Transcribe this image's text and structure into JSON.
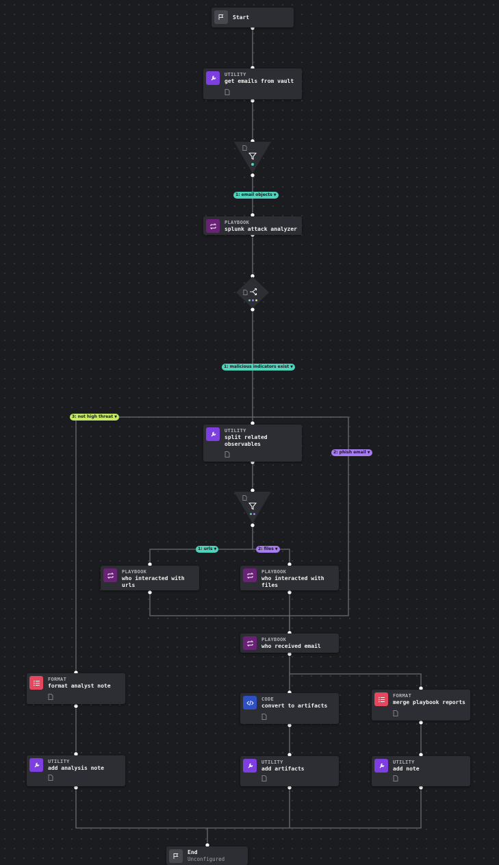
{
  "nodes": {
    "start": {
      "title": "Start"
    },
    "get_emails": {
      "type": "UTILITY",
      "title": "get emails from vault"
    },
    "splunk": {
      "type": "PLAYBOOK",
      "title": "splunk attack analyzer"
    },
    "split": {
      "type": "UTILITY",
      "title": "split related\nobservables"
    },
    "urls": {
      "type": "PLAYBOOK",
      "title": "who interacted with\nurls"
    },
    "files": {
      "type": "PLAYBOOK",
      "title": "who interacted with\nfiles"
    },
    "received": {
      "type": "PLAYBOOK",
      "title": "who received email"
    },
    "format_note": {
      "type": "FORMAT",
      "title": "format analyst note"
    },
    "convert": {
      "type": "CODE",
      "title": "convert to artifacts"
    },
    "merge": {
      "type": "FORMAT",
      "title": "merge playbook reports"
    },
    "add_analysis": {
      "type": "UTILITY",
      "title": "add analysis note"
    },
    "add_artifacts": {
      "type": "UTILITY",
      "title": "add artifacts"
    },
    "add_note": {
      "type": "UTILITY",
      "title": "add note"
    },
    "end": {
      "title": "End",
      "subtitle": "Unconfigured"
    }
  },
  "labels": {
    "email_objects": "1: email objects",
    "malicious": "1: malicious indicators exist",
    "not_high": "3: not high threat",
    "phish": "2: phish email",
    "urls": "1: urls",
    "files": "2: files"
  },
  "colors": {
    "utility": "#7e3fe0",
    "playbook": "#6a2277",
    "format": "#e3485f",
    "code": "#2f4fc4",
    "teal_label": "#4ed4bd",
    "lime_label": "#c2e864",
    "violet_label": "#a67cf0"
  },
  "icons": {
    "start": "flag-icon",
    "utility": "wrench-icon",
    "playbook": "playbook-icon",
    "format": "list-icon",
    "code": "code-icon",
    "filter": "filter-icon",
    "decision": "split-arrows-icon",
    "end": "flag-icon"
  }
}
